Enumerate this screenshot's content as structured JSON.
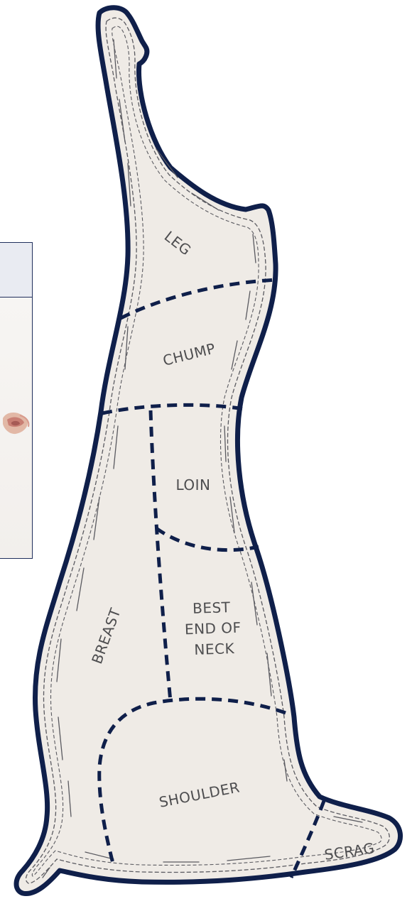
{
  "cuts": {
    "leg": "LEG",
    "chump": "CHUMP",
    "loin": "LOIN",
    "best_end_of_neck": [
      "BEST",
      "END OF",
      "NECK"
    ],
    "breast": "BREAST",
    "shoulder": "SHOULDER",
    "scrag": "SCRAG"
  },
  "colors": {
    "outline": "#0f1f4a",
    "fill": "#efebe6",
    "stitch": "#5a5a60",
    "label": "#4d4d4f"
  }
}
